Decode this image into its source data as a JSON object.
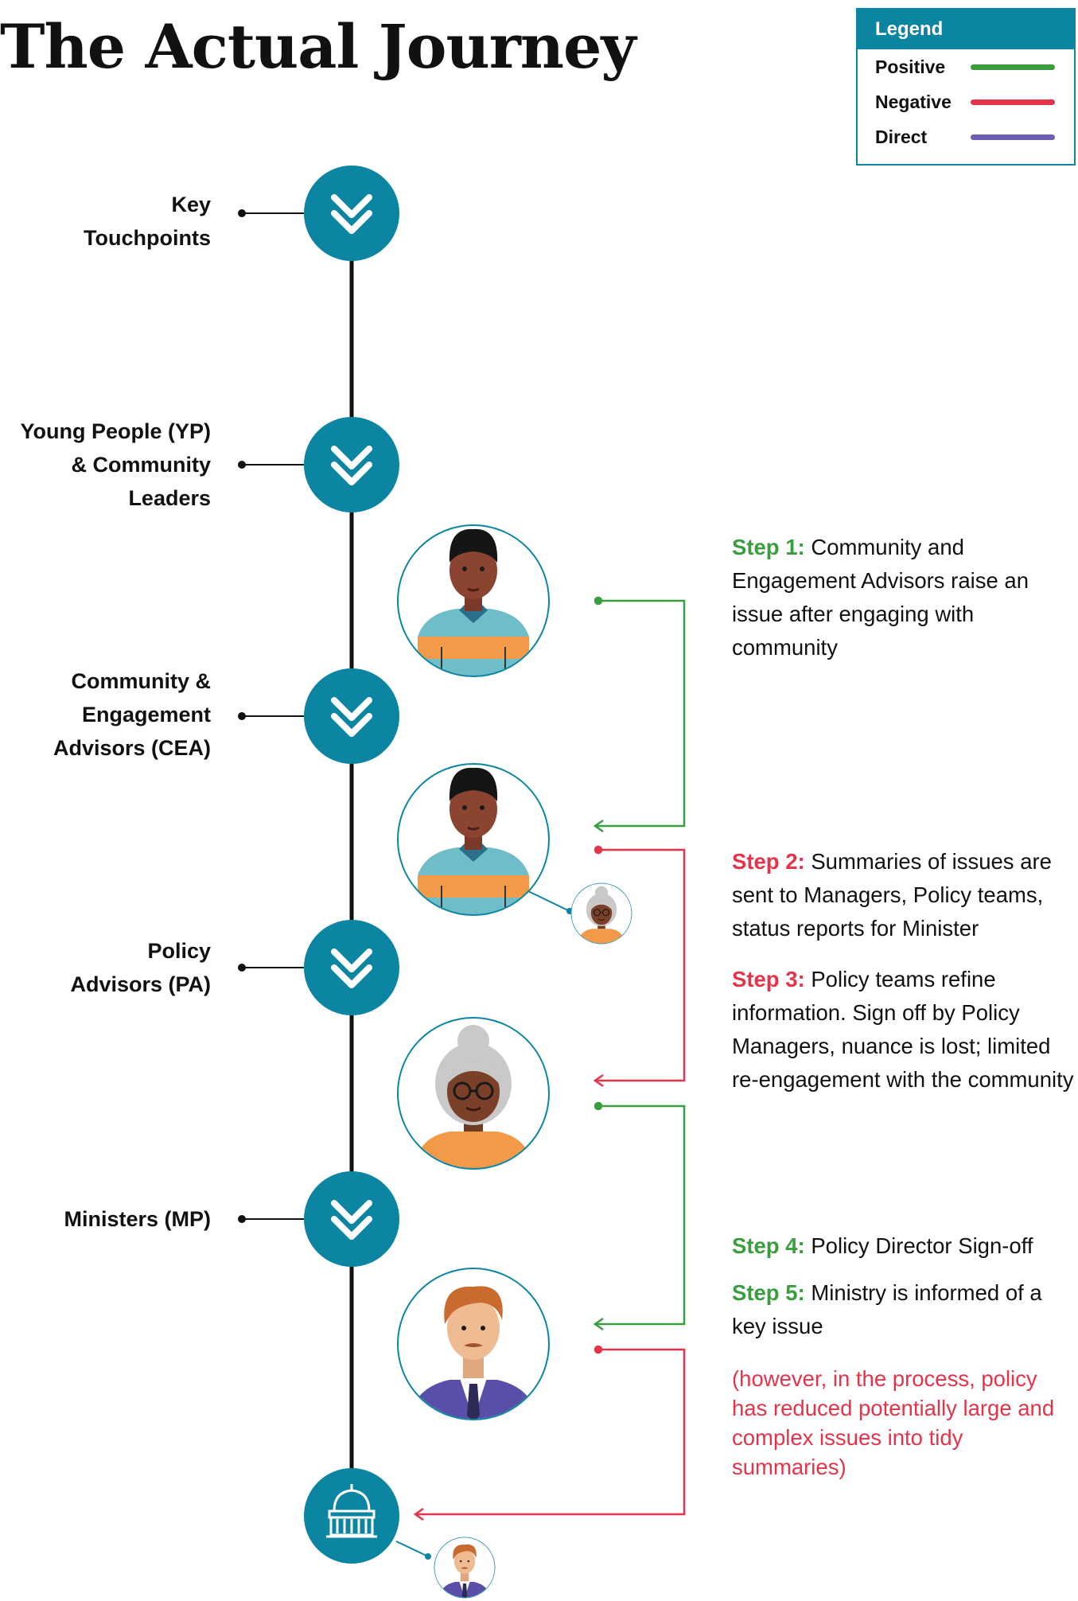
{
  "title": "The Actual Journey",
  "legend": {
    "heading": "Legend",
    "items": [
      {
        "label": "Positive",
        "color": "#3a9e3f"
      },
      {
        "label": "Negative",
        "color": "#e5344a"
      },
      {
        "label": "Direct",
        "color": "#6a5fb0"
      }
    ]
  },
  "colors": {
    "accent": "#0c85a2",
    "positive": "#3a9e3f",
    "negative": "#e5344a",
    "direct": "#6a5fb0"
  },
  "touchpoints": [
    {
      "lines": [
        "Key",
        "Touchpoints"
      ],
      "icon": "double-chevron-down-icon"
    },
    {
      "lines": [
        "Young People (YP)",
        "& Community",
        "Leaders"
      ],
      "icon": "double-chevron-down-icon"
    },
    {
      "lines": [
        "Community &",
        "Engagement",
        "Advisors (CEA)"
      ],
      "icon": "double-chevron-down-icon"
    },
    {
      "lines": [
        "Policy",
        "Advisors (PA)"
      ],
      "icon": "double-chevron-down-icon"
    },
    {
      "lines": [
        "Ministers (MP)"
      ],
      "icon": "double-chevron-down-icon"
    }
  ],
  "endpoint_icon": "parliament-building-icon",
  "steps": [
    {
      "label": "Step 1:",
      "text": "Community and Engagement Advisors raise an issue after engaging with community",
      "type": "positive"
    },
    {
      "label": "Step 2:",
      "text": "Summaries of issues are sent to Managers, Policy teams, status reports for Minister",
      "type": "negative"
    },
    {
      "label": "Step 3:",
      "text": "Policy teams refine information. Sign off by Policy Managers, nuance is lost; limited re-engagement with the community",
      "type": "negative"
    },
    {
      "label": "Step 4:",
      "text": "Policy Director Sign-off",
      "type": "positive"
    },
    {
      "label": "Step 5:",
      "text": "Ministry is informed of a key issue",
      "type": "positive"
    }
  ],
  "note": "(however, in the process, policy has reduced potentially large and complex issues into tidy summaries)"
}
